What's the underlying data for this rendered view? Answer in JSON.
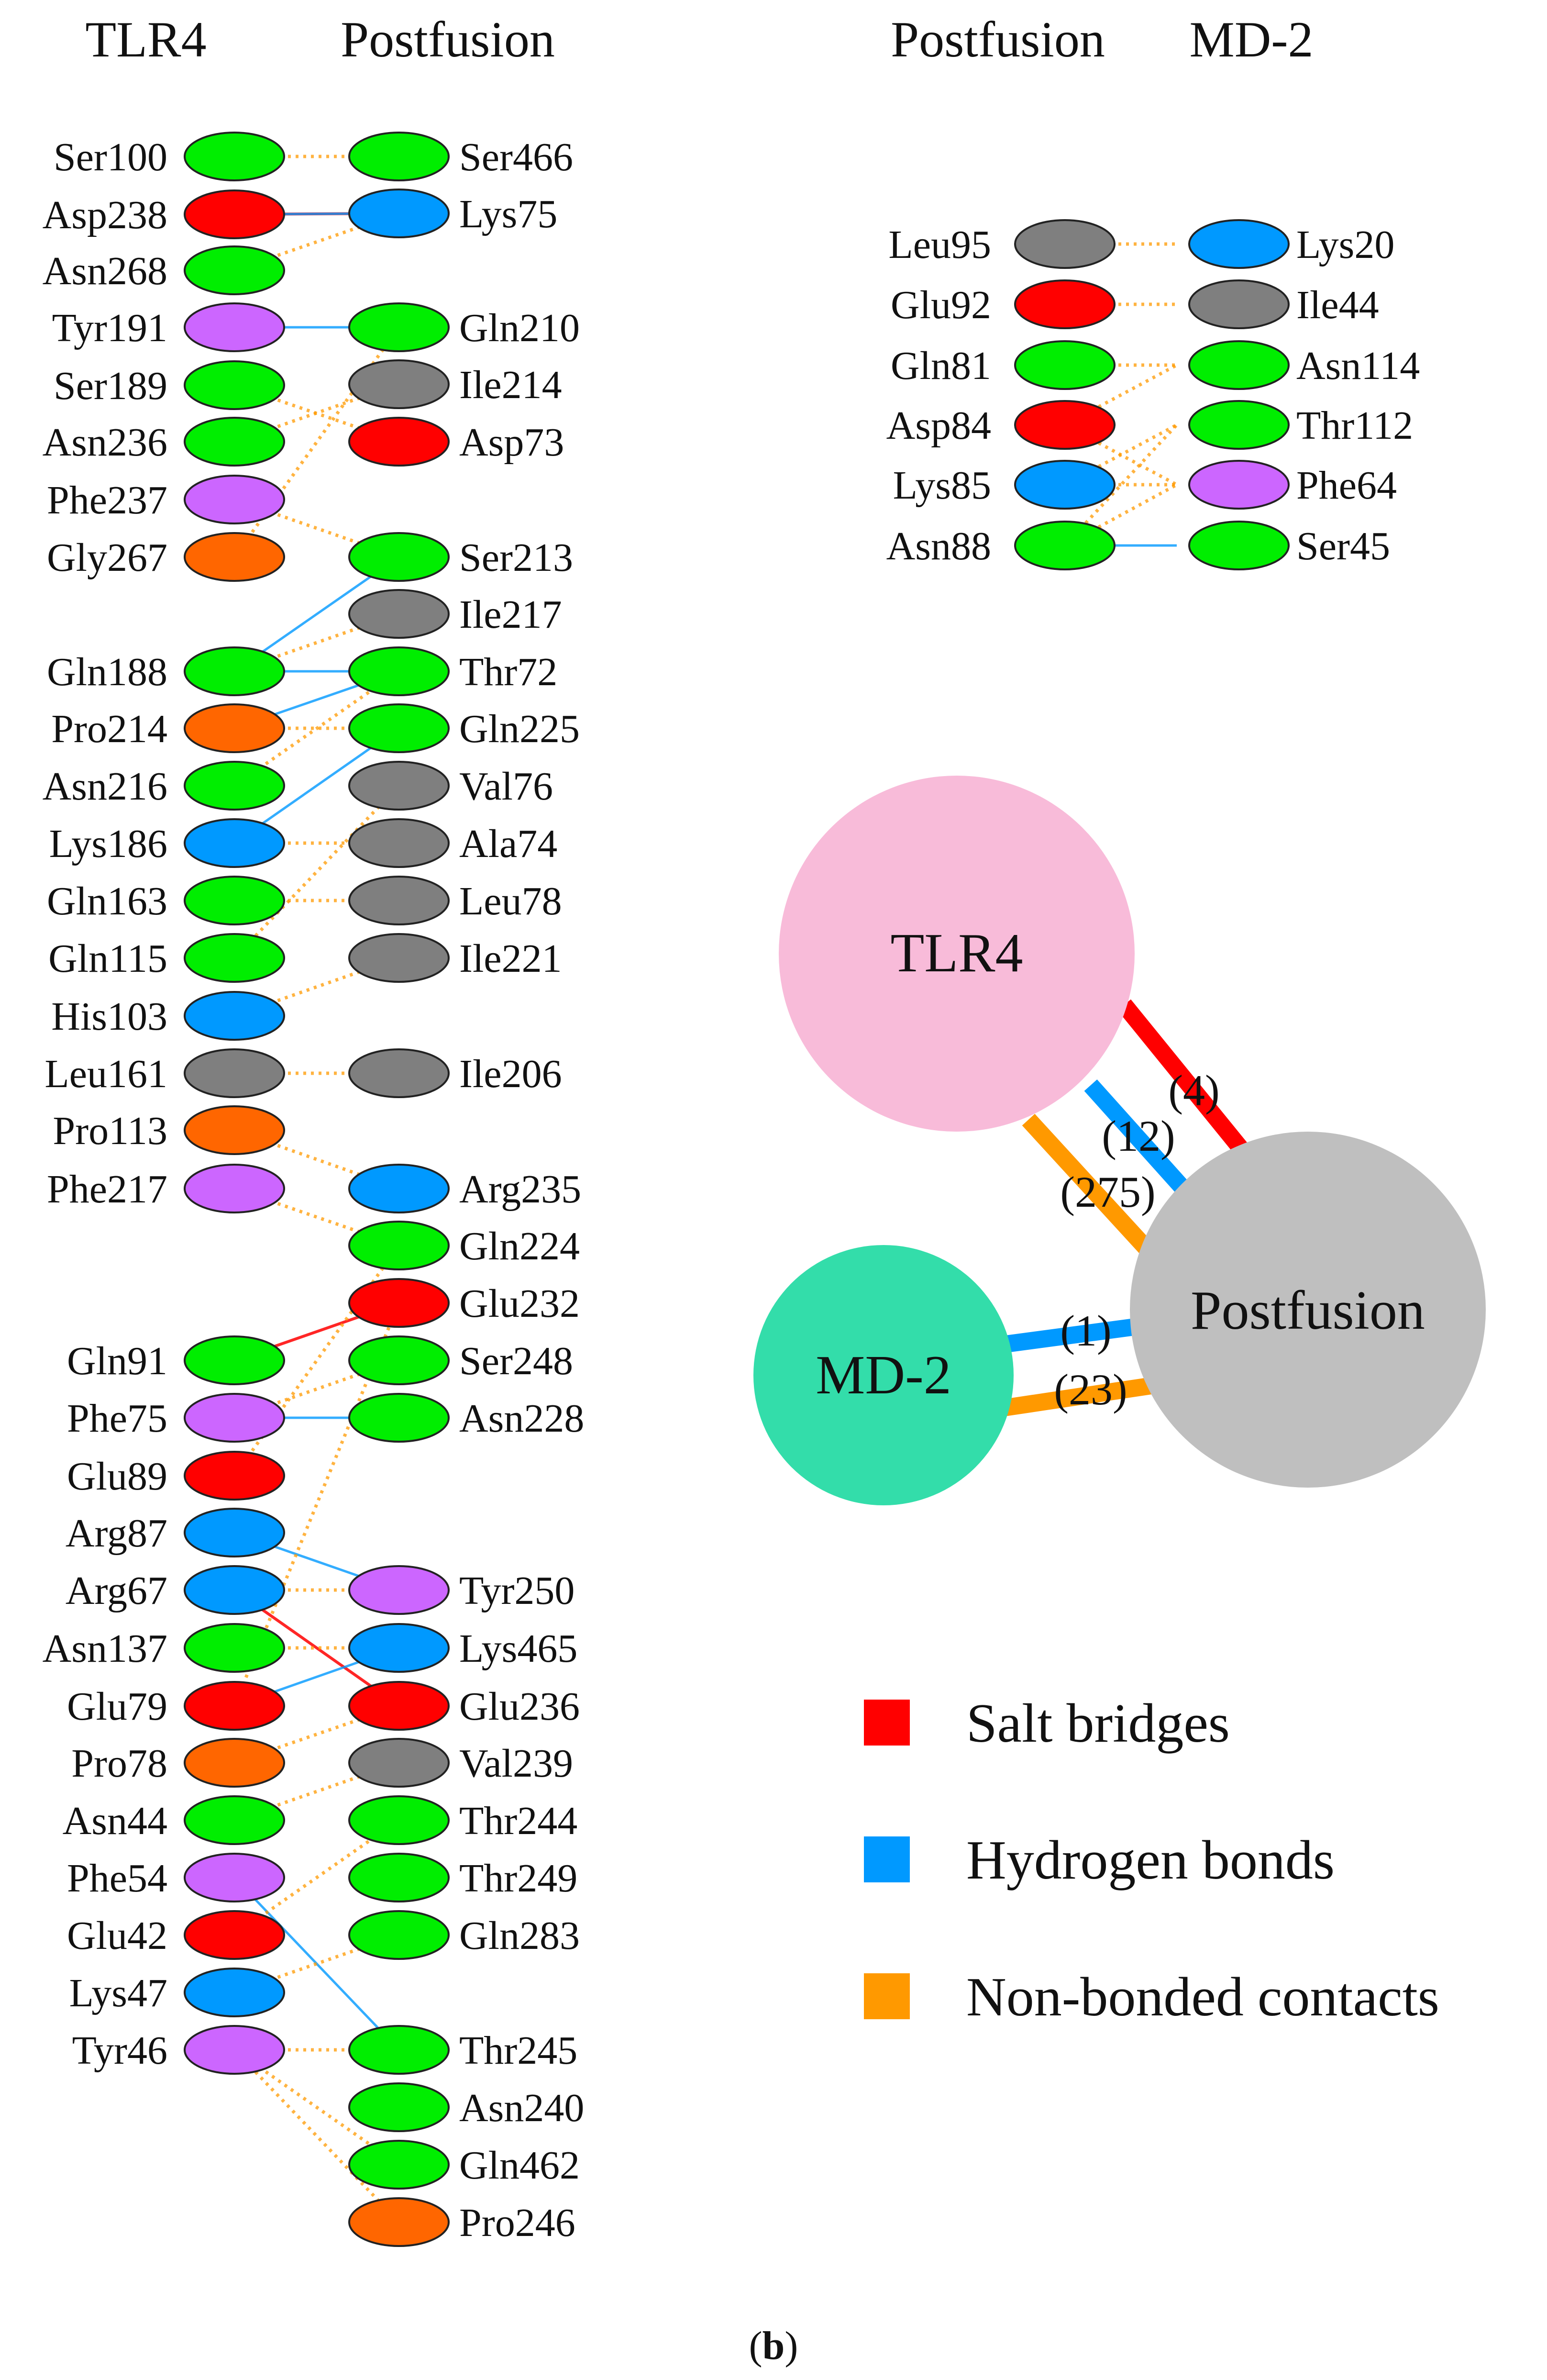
{
  "headers": {
    "left_a": "TLR4",
    "left_b": "Postfusion",
    "right_a": "Postfusion",
    "right_b": "MD-2"
  },
  "colors": {
    "green": "#00ee00",
    "red": "#ff0000",
    "grey": "#7f7f7f",
    "purple": "#cc66ff",
    "blue": "#0099ff",
    "orange": "#ff6600",
    "salt_bridge": "#ff0000",
    "hydrogen_bond": "#0099ff",
    "non_bonded": "#ff9900",
    "tlr4_node": "#f8bbd9",
    "postfusion_node": "#bfbfbf",
    "md2_node": "#33ddaa"
  },
  "tlr4_residues": [
    {
      "label": "Ser100",
      "color": "green"
    },
    {
      "label": "Asp238",
      "color": "red"
    },
    {
      "label": "Asn268",
      "color": "green"
    },
    {
      "label": "Tyr191",
      "color": "purple"
    },
    {
      "label": "Ser189",
      "color": "green"
    },
    {
      "label": "Asn236",
      "color": "green"
    },
    {
      "label": "Phe237",
      "color": "purple"
    },
    {
      "label": "Gly267",
      "color": "orange"
    },
    {
      "label": "Gln188",
      "color": "green"
    },
    {
      "label": "Pro214",
      "color": "orange"
    },
    {
      "label": "Asn216",
      "color": "green"
    },
    {
      "label": "Lys186",
      "color": "blue"
    },
    {
      "label": "Gln163",
      "color": "green"
    },
    {
      "label": "Gln115",
      "color": "green"
    },
    {
      "label": "His103",
      "color": "blue"
    },
    {
      "label": "Leu161",
      "color": "grey"
    },
    {
      "label": "Pro113",
      "color": "orange"
    },
    {
      "label": "Phe217",
      "color": "purple"
    },
    {
      "label": "Gln91",
      "color": "green"
    },
    {
      "label": "Phe75",
      "color": "purple"
    },
    {
      "label": "Glu89",
      "color": "red"
    },
    {
      "label": "Arg87",
      "color": "blue"
    },
    {
      "label": "Arg67",
      "color": "blue"
    },
    {
      "label": "Asn137",
      "color": "green"
    },
    {
      "label": "Glu79",
      "color": "red"
    },
    {
      "label": "Pro78",
      "color": "orange"
    },
    {
      "label": "Asn44",
      "color": "green"
    },
    {
      "label": "Phe54",
      "color": "purple"
    },
    {
      "label": "Glu42",
      "color": "red"
    },
    {
      "label": "Lys47",
      "color": "blue"
    },
    {
      "label": "Tyr46",
      "color": "purple"
    }
  ],
  "postfusion_residues": [
    {
      "label": "Ser466",
      "color": "green"
    },
    {
      "label": "Lys75",
      "color": "blue"
    },
    {
      "label": "Gln210",
      "color": "green"
    },
    {
      "label": "Ile214",
      "color": "grey"
    },
    {
      "label": "Asp73",
      "color": "red"
    },
    {
      "label": "Ser213",
      "color": "green"
    },
    {
      "label": "Ile217",
      "color": "grey"
    },
    {
      "label": "Thr72",
      "color": "green"
    },
    {
      "label": "Gln225",
      "color": "green"
    },
    {
      "label": "Val76",
      "color": "grey"
    },
    {
      "label": "Ala74",
      "color": "grey"
    },
    {
      "label": "Leu78",
      "color": "grey"
    },
    {
      "label": "Ile221",
      "color": "grey"
    },
    {
      "label": "Ile206",
      "color": "grey"
    },
    {
      "label": "Arg235",
      "color": "blue"
    },
    {
      "label": "Gln224",
      "color": "green"
    },
    {
      "label": "Glu232",
      "color": "red"
    },
    {
      "label": "Ser248",
      "color": "green"
    },
    {
      "label": "Asn228",
      "color": "green"
    },
    {
      "label": "Tyr250",
      "color": "purple"
    },
    {
      "label": "Lys465",
      "color": "blue"
    },
    {
      "label": "Glu236",
      "color": "red"
    },
    {
      "label": "Val239",
      "color": "grey"
    },
    {
      "label": "Thr244",
      "color": "green"
    },
    {
      "label": "Thr249",
      "color": "green"
    },
    {
      "label": "Gln283",
      "color": "green"
    },
    {
      "label": "Thr245",
      "color": "green"
    },
    {
      "label": "Asn240",
      "color": "green"
    },
    {
      "label": "Gln462",
      "color": "green"
    },
    {
      "label": "Pro246",
      "color": "orange"
    }
  ],
  "pf_md2_left": [
    {
      "label": "Leu95",
      "color": "grey"
    },
    {
      "label": "Glu92",
      "color": "red"
    },
    {
      "label": "Gln81",
      "color": "green"
    },
    {
      "label": "Asp84",
      "color": "red"
    },
    {
      "label": "Lys85",
      "color": "blue"
    },
    {
      "label": "Asn88",
      "color": "green"
    }
  ],
  "pf_md2_right": [
    {
      "label": "Lys20",
      "color": "blue"
    },
    {
      "label": "Ile44",
      "color": "grey"
    },
    {
      "label": "Asn114",
      "color": "green"
    },
    {
      "label": "Thr112",
      "color": "green"
    },
    {
      "label": "Phe64",
      "color": "purple"
    },
    {
      "label": "Ser45",
      "color": "green"
    }
  ],
  "tlr4_links": [
    {
      "from": 0,
      "to": 0,
      "type": "non_bonded"
    },
    {
      "from": 1,
      "to": 1,
      "type": "salt_bridge"
    },
    {
      "from": 1,
      "to": 1,
      "type": "hydrogen_bond"
    },
    {
      "from": 2,
      "to": 1,
      "type": "non_bonded"
    },
    {
      "from": 3,
      "to": 2,
      "type": "hydrogen_bond"
    },
    {
      "from": 4,
      "to": 4,
      "type": "non_bonded"
    },
    {
      "from": 5,
      "to": 3,
      "type": "non_bonded"
    },
    {
      "from": 6,
      "to": 5,
      "type": "non_bonded"
    },
    {
      "from": 7,
      "to": 2,
      "type": "non_bonded"
    },
    {
      "from": 8,
      "to": 5,
      "type": "hydrogen_bond"
    },
    {
      "from": 8,
      "to": 7,
      "type": "hydrogen_bond"
    },
    {
      "from": 8,
      "to": 6,
      "type": "non_bonded"
    },
    {
      "from": 9,
      "to": 7,
      "type": "hydrogen_bond"
    },
    {
      "from": 9,
      "to": 8,
      "type": "non_bonded"
    },
    {
      "from": 10,
      "to": 7,
      "type": "non_bonded"
    },
    {
      "from": 11,
      "to": 8,
      "type": "hydrogen_bond"
    },
    {
      "from": 11,
      "to": 10,
      "type": "non_bonded"
    },
    {
      "from": 12,
      "to": 11,
      "type": "non_bonded"
    },
    {
      "from": 13,
      "to": 9,
      "type": "non_bonded"
    },
    {
      "from": 14,
      "to": 12,
      "type": "non_bonded"
    },
    {
      "from": 15,
      "to": 13,
      "type": "non_bonded"
    },
    {
      "from": 16,
      "to": 14,
      "type": "non_bonded"
    },
    {
      "from": 17,
      "to": 15,
      "type": "non_bonded"
    },
    {
      "from": 18,
      "to": 16,
      "type": "salt_bridge"
    },
    {
      "from": 19,
      "to": 18,
      "type": "hydrogen_bond"
    },
    {
      "from": 19,
      "to": 17,
      "type": "non_bonded"
    },
    {
      "from": 20,
      "to": 15,
      "type": "non_bonded"
    },
    {
      "from": 21,
      "to": 19,
      "type": "hydrogen_bond"
    },
    {
      "from": 22,
      "to": 19,
      "type": "non_bonded"
    },
    {
      "from": 22,
      "to": 21,
      "type": "salt_bridge"
    },
    {
      "from": 23,
      "to": 20,
      "type": "non_bonded"
    },
    {
      "from": 24,
      "to": 20,
      "type": "hydrogen_bond"
    },
    {
      "from": 24,
      "to": 16,
      "type": "non_bonded"
    },
    {
      "from": 25,
      "to": 21,
      "type": "non_bonded"
    },
    {
      "from": 26,
      "to": 22,
      "type": "non_bonded"
    },
    {
      "from": 27,
      "to": 26,
      "type": "hydrogen_bond"
    },
    {
      "from": 28,
      "to": 23,
      "type": "non_bonded"
    },
    {
      "from": 29,
      "to": 25,
      "type": "non_bonded"
    },
    {
      "from": 30,
      "to": 26,
      "type": "non_bonded"
    },
    {
      "from": 30,
      "to": 28,
      "type": "non_bonded"
    },
    {
      "from": 30,
      "to": 29,
      "type": "non_bonded"
    }
  ],
  "md2_links": [
    {
      "from": 0,
      "to": 0,
      "type": "non_bonded"
    },
    {
      "from": 1,
      "to": 1,
      "type": "non_bonded"
    },
    {
      "from": 2,
      "to": 2,
      "type": "non_bonded"
    },
    {
      "from": 3,
      "to": 2,
      "type": "non_bonded"
    },
    {
      "from": 3,
      "to": 4,
      "type": "non_bonded"
    },
    {
      "from": 4,
      "to": 3,
      "type": "non_bonded"
    },
    {
      "from": 4,
      "to": 4,
      "type": "non_bonded"
    },
    {
      "from": 5,
      "to": 4,
      "type": "non_bonded"
    },
    {
      "from": 5,
      "to": 3,
      "type": "non_bonded"
    },
    {
      "from": 5,
      "to": 5,
      "type": "hydrogen_bond"
    }
  ],
  "network": {
    "tlr4_label": "TLR4",
    "postfusion_label": "Postfusion",
    "md2_label": "MD-2",
    "tlr4_salt_count": "(4)",
    "tlr4_hbond_count": "(12)",
    "tlr4_nonbonded_count": "(275)",
    "md2_hbond_count": "(1)",
    "md2_nonbonded_count": "(23)"
  },
  "legend": [
    {
      "label": "Salt bridges",
      "color": "#ff0000"
    },
    {
      "label": "Hydrogen bonds",
      "color": "#0099ff"
    },
    {
      "label": "Non-bonded contacts",
      "color": "#ff9900"
    }
  ],
  "caption": {
    "open": "(",
    "letter": "b",
    "close": ")"
  }
}
